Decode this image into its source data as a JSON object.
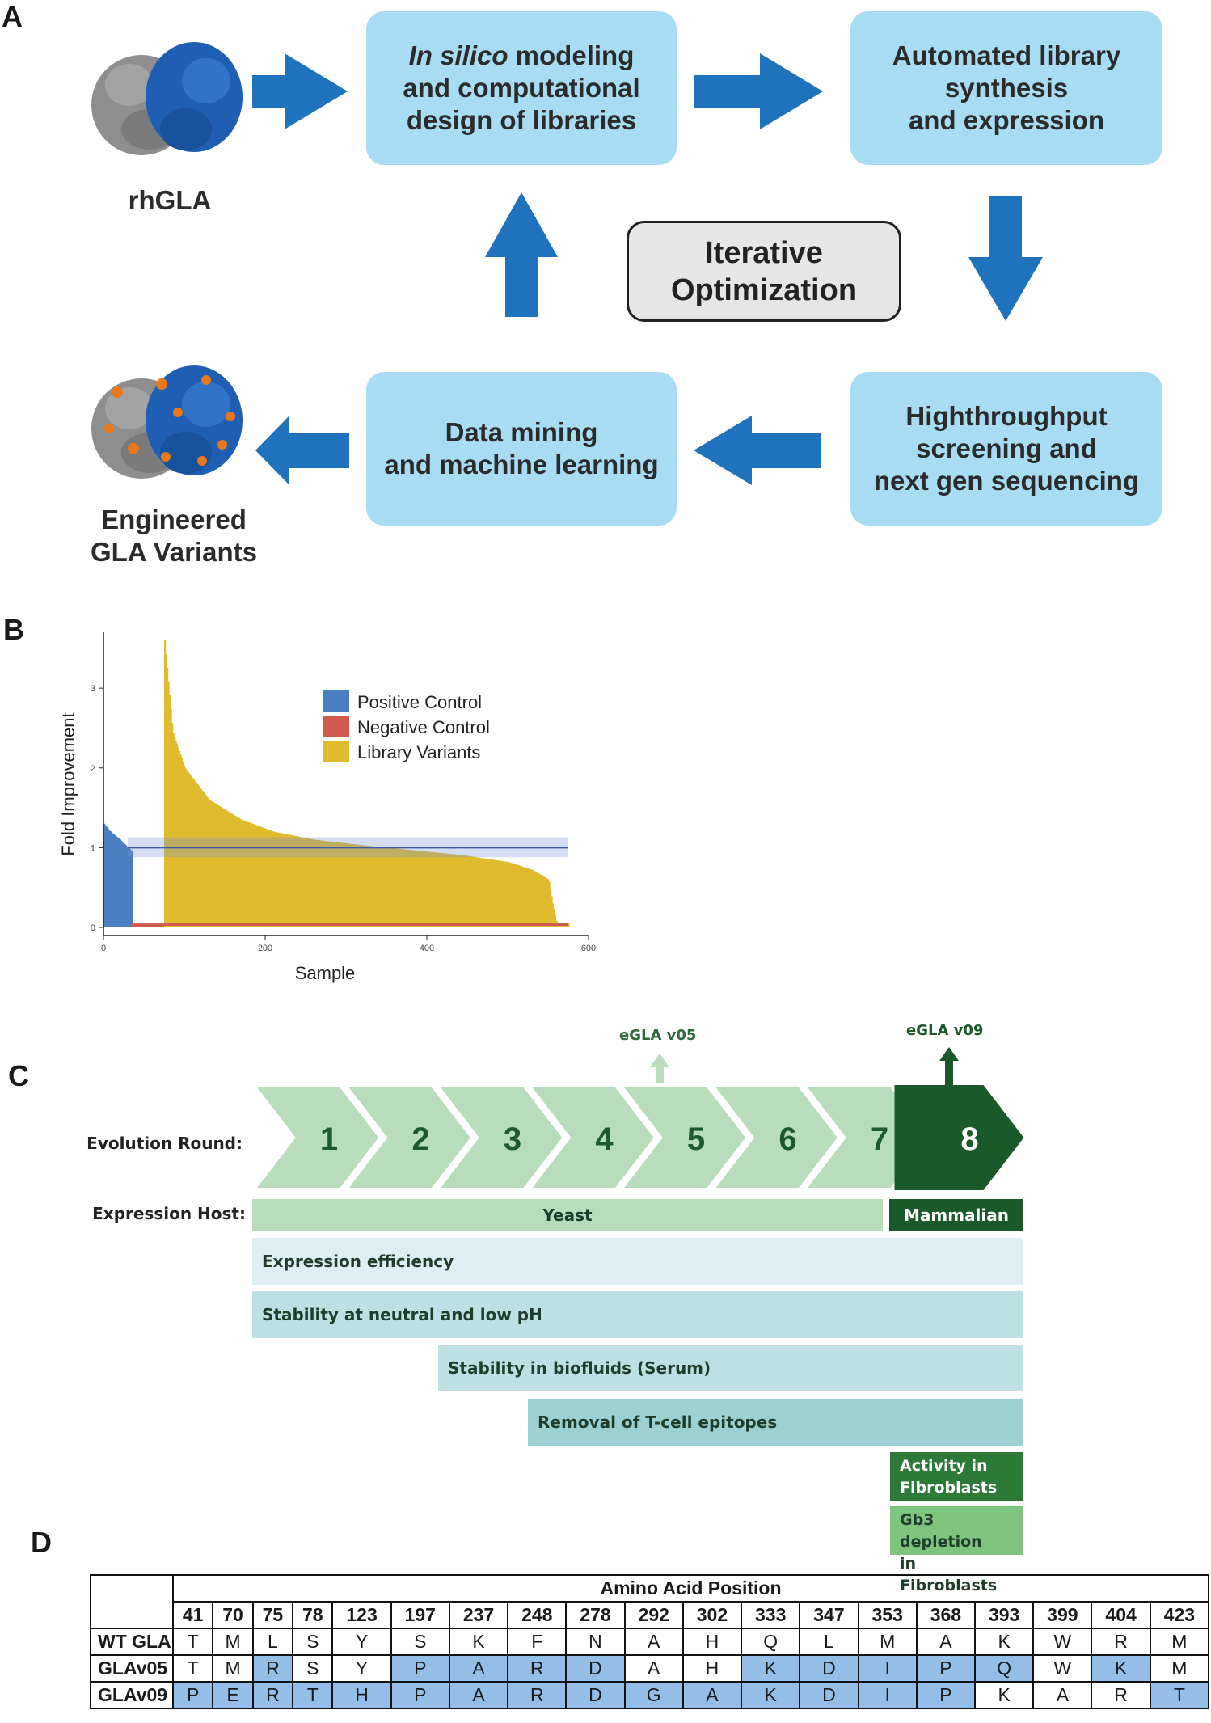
{
  "panel_a": {
    "letter": "A",
    "rhgla_label": "rhGLA",
    "engineered_label": "Engineered\nGLA Variants",
    "box_insilico_italic": "In silico",
    "box_insilico_rest": " modeling\nand computational\ndesign of libraries",
    "box_synthesis": "Automated library\nsynthesis\nand expression",
    "box_screening": "Highthroughput\nscreening and\nnext gen sequencing",
    "box_mining": "Data mining\nand machine learning",
    "iterative": "Iterative\nOptimization",
    "colors": {
      "box": "#a8dcf2",
      "arrow": "#1f73bd",
      "protein_blue": "#1e5fb3",
      "protein_grey": "#8e8e8e",
      "mutation": "#e8781e"
    }
  },
  "panel_b": {
    "letter": "B",
    "chart_data": {
      "type": "bar",
      "xlabel": "Sample",
      "ylabel": "Fold Improvement",
      "xlim": [
        0,
        600
      ],
      "ylim": [
        0,
        3.6
      ],
      "xticks": [
        0,
        200,
        400,
        600
      ],
      "yticks": [
        0,
        1,
        2,
        3
      ],
      "legend_position": "top-right",
      "reference_line": 1.0,
      "reference_band": [
        0.88,
        1.13
      ],
      "series": [
        {
          "name": "Positive Control",
          "color": "#4a7fc1",
          "x_range": [
            0,
            35
          ],
          "values_start": 1.3,
          "values_end": 0.95
        },
        {
          "name": "Negative Control",
          "color": "#cf5a4e",
          "x_range": [
            35,
            75
          ],
          "values_start": 0.03,
          "values_end": 0.03
        },
        {
          "name": "Library Variants",
          "color": "#e1bb2e",
          "x_range": [
            75,
            575
          ],
          "values_start": 3.6,
          "values_end": 0.05
        }
      ],
      "library_curve": [
        [
          75,
          3.6
        ],
        [
          85,
          2.45
        ],
        [
          100,
          2.0
        ],
        [
          130,
          1.6
        ],
        [
          170,
          1.35
        ],
        [
          210,
          1.2
        ],
        [
          260,
          1.1
        ],
        [
          320,
          1.03
        ],
        [
          380,
          0.97
        ],
        [
          440,
          0.91
        ],
        [
          500,
          0.82
        ],
        [
          530,
          0.72
        ],
        [
          550,
          0.6
        ],
        [
          555,
          0.3
        ],
        [
          560,
          0.06
        ],
        [
          575,
          0.05
        ]
      ],
      "positive_curve": [
        [
          0,
          1.3
        ],
        [
          8,
          1.2
        ],
        [
          20,
          1.1
        ],
        [
          30,
          1.0
        ],
        [
          35,
          0.95
        ]
      ]
    }
  },
  "panel_c": {
    "letter": "C",
    "round_label": "Evolution Round:",
    "host_label": "Expression Host:",
    "rounds": [
      "1",
      "2",
      "3",
      "4",
      "5",
      "6",
      "7",
      "8"
    ],
    "callout_v05": "eGLA v05",
    "callout_v09": "eGLA v09",
    "host_yeast": "Yeast",
    "host_mammalian": "Mammalian",
    "goals": [
      "Expression efficiency",
      "Stability at neutral and low pH",
      "Stability in biofluids (Serum)",
      "Removal of T-cell epitopes"
    ],
    "goal_activity": "Activity in\nFibroblasts",
    "goal_gb3": "Gb3 depletion\nin Fibroblasts",
    "colors": {
      "light_chevron": "#b8ddbb",
      "dark_chevron": "#1a5a2a",
      "number_text": "#1f5a2e"
    }
  },
  "panel_d": {
    "letter": "D",
    "header": "Amino Acid Position",
    "positions": [
      "41",
      "70",
      "75",
      "78",
      "123",
      "197",
      "237",
      "248",
      "278",
      "292",
      "302",
      "333",
      "347",
      "353",
      "368",
      "393",
      "399",
      "404",
      "423"
    ],
    "rows": [
      {
        "name": "WT GLA",
        "residues": [
          "T",
          "M",
          "L",
          "S",
          "Y",
          "S",
          "K",
          "F",
          "N",
          "A",
          "H",
          "Q",
          "L",
          "M",
          "A",
          "K",
          "W",
          "R",
          "M"
        ],
        "highlight": []
      },
      {
        "name": "GLAv05",
        "residues": [
          "T",
          "M",
          "R",
          "S",
          "Y",
          "P",
          "A",
          "R",
          "D",
          "A",
          "H",
          "K",
          "D",
          "I",
          "P",
          "Q",
          "W",
          "K",
          "M"
        ],
        "highlight": [
          2,
          5,
          6,
          7,
          8,
          11,
          12,
          13,
          14,
          15,
          17
        ]
      },
      {
        "name": "GLAv09",
        "residues": [
          "P",
          "E",
          "R",
          "T",
          "H",
          "P",
          "A",
          "R",
          "D",
          "G",
          "A",
          "K",
          "D",
          "I",
          "P",
          "K",
          "A",
          "R",
          "T"
        ],
        "highlight": [
          0,
          1,
          2,
          3,
          4,
          5,
          6,
          7,
          8,
          9,
          10,
          11,
          12,
          13,
          14,
          18
        ]
      }
    ]
  }
}
